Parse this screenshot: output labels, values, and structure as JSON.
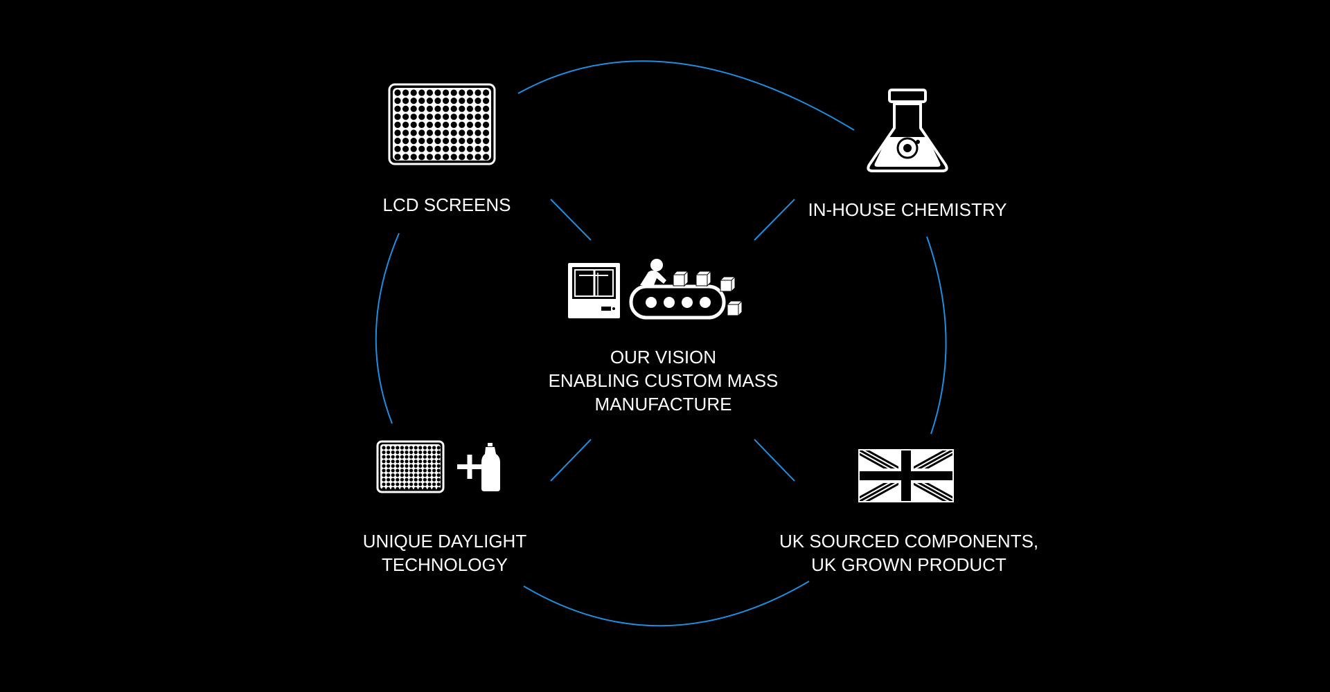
{
  "colors": {
    "background": "#000000",
    "ring": "#1e8fe0",
    "foreground": "#ffffff"
  },
  "center": {
    "icon": "printer-and-conveyor-icon",
    "lines": [
      "OUR VISION",
      "ENABLING CUSTOM MASS",
      "MANUFACTURE"
    ]
  },
  "nodes": {
    "lcd": {
      "icon": "lcd-grid-icon",
      "lines": [
        "LCD SCREENS"
      ]
    },
    "chemistry": {
      "icon": "flask-icon",
      "lines": [
        "IN-HOUSE CHEMISTRY"
      ]
    },
    "daylight": {
      "icon": "lcd-plus-bottle-icon",
      "lines": [
        "UNIQUE DAYLIGHT",
        "TECHNOLOGY"
      ]
    },
    "uk": {
      "icon": "union-flag-icon",
      "lines": [
        "UK SOURCED COMPONENTS,",
        "UK GROWN PRODUCT"
      ]
    }
  }
}
